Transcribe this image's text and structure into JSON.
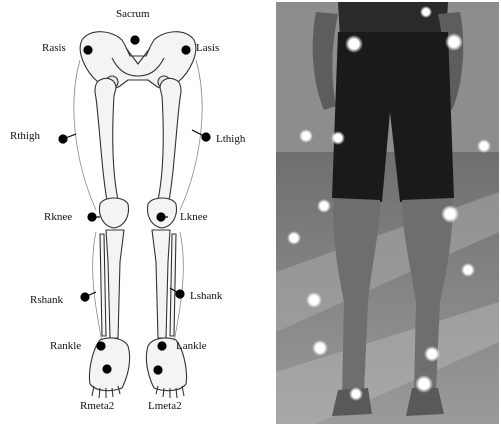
{
  "figure": {
    "diagram_panel": {
      "labels": {
        "sacrum": "Sacrum",
        "rasis": "Rasis",
        "lasis": "Lasis",
        "rthigh": "Rthigh",
        "lthigh": "Lthigh",
        "rknee": "Rknee",
        "lknee": "Lknee",
        "rshank": "Rshank",
        "lshank": "Lshank",
        "rankle": "Rankle",
        "lankle": "Lankle",
        "rmeta2": "Rmeta2",
        "lmeta2": "Lmeta2"
      }
    },
    "photo_panel": {
      "marker_count": 15
    },
    "colors": {
      "marker": "#000000",
      "bone_outline": "#333333",
      "photo_background": "#8a8a8a",
      "shorts": "#1a1a1a",
      "reflective_marker": "#ffffff"
    }
  }
}
